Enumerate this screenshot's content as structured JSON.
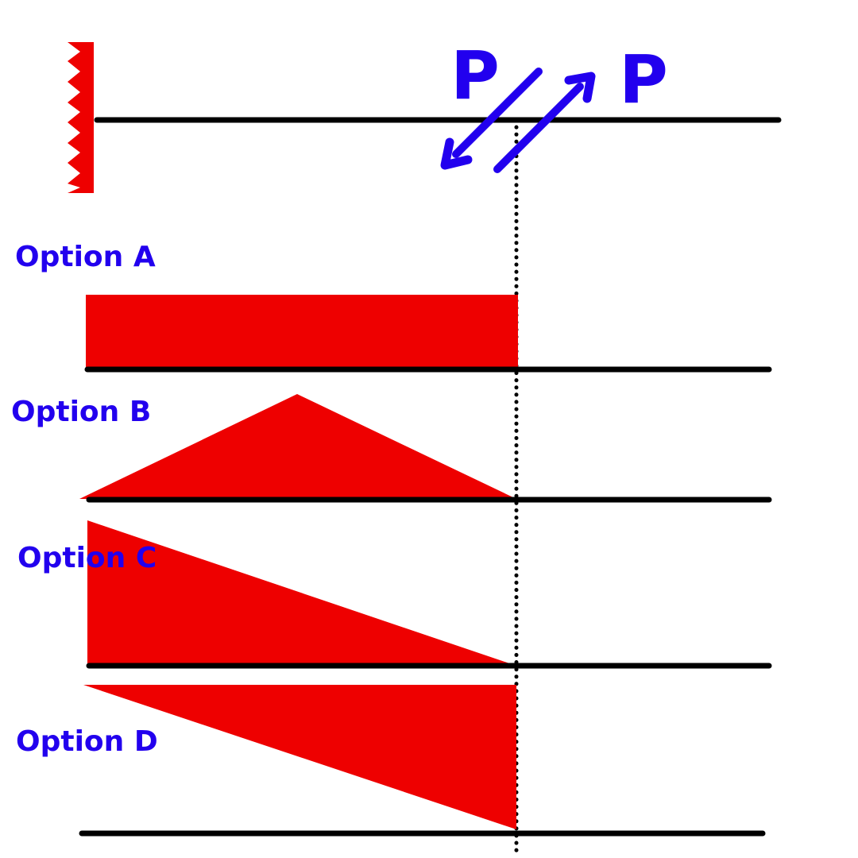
{
  "colors": {
    "accent": "#2200ee",
    "fill": "#ee0000",
    "line": "#000000",
    "background": "#ffffff"
  },
  "load": {
    "left_label": "P",
    "right_label": "P"
  },
  "options": [
    {
      "label": "Option A"
    },
    {
      "label": "Option B"
    },
    {
      "label": "Option C"
    },
    {
      "label": "Option D"
    }
  ]
}
